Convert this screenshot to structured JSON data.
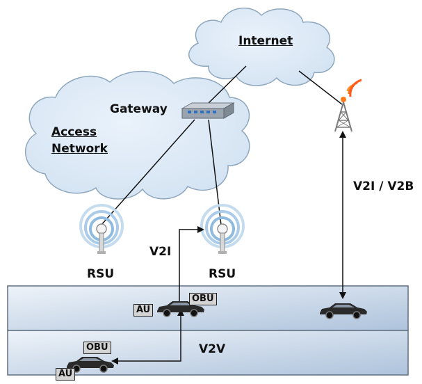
{
  "internet": {
    "label": "Internet"
  },
  "access_network": {
    "line1": "Access",
    "line2": "Network"
  },
  "gateway": {
    "label": "Gateway"
  },
  "rsu": {
    "left": "RSU",
    "right": "RSU"
  },
  "links": {
    "v2i": "V2I",
    "v2i_v2b": "V2I / V2B",
    "v2v": "V2V"
  },
  "vehicles": {
    "upper": {
      "au": "AU",
      "obu": "OBU"
    },
    "lower": {
      "au": "AU",
      "obu": "OBU"
    }
  },
  "colors": {
    "cloud_fill": "#d9e7f5",
    "cloud_stroke": "#8ea7bd",
    "road_top": "#eef3f9",
    "road_bottom": "#aec3dc",
    "road_stroke": "#5f6f80",
    "signal": "#87b5dd",
    "tower_signal": "#ff7a1a"
  }
}
